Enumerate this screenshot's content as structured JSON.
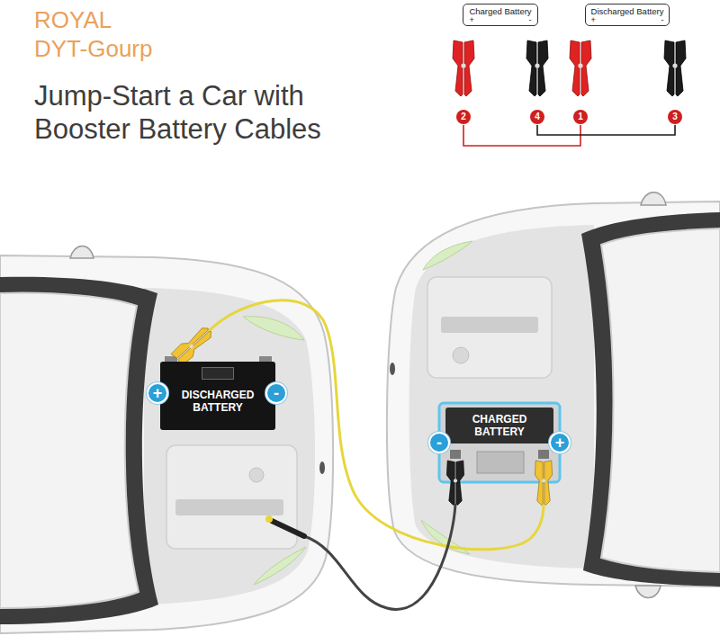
{
  "diagram": {
    "title": "Jump-Start a Car with Booster Battery Cables",
    "nodes": [
      {
        "text": [
          "Charged Battery",
          "+",
          "-"
        ]
      },
      {
        "text": [
          "Discharged Battery",
          "+",
          "-"
        ]
      },
      {
        "text": [
          "2"
        ]
      },
      {
        "text": [
          "4"
        ]
      },
      {
        "text": [
          "1"
        ]
      },
      {
        "text": [
          "3"
        ]
      },
      {
        "text": [
          "DISCHARGED BATTERY"
        ]
      },
      {
        "text": [
          "+"
        ]
      },
      {
        "text": [
          "-"
        ]
      },
      {
        "text": [
          "CHARGED BATTERY"
        ]
      },
      {
        "text": [
          "-"
        ]
      },
      {
        "text": [
          "+"
        ]
      }
    ],
    "edges": [
      {
        "from": 2,
        "to": 4,
        "arrow": "none"
      },
      {
        "from": 3,
        "to": 5,
        "arrow": "none"
      }
    ],
    "labels": [
      "ROYAL",
      "DYT-Gourp"
    ]
  }
}
